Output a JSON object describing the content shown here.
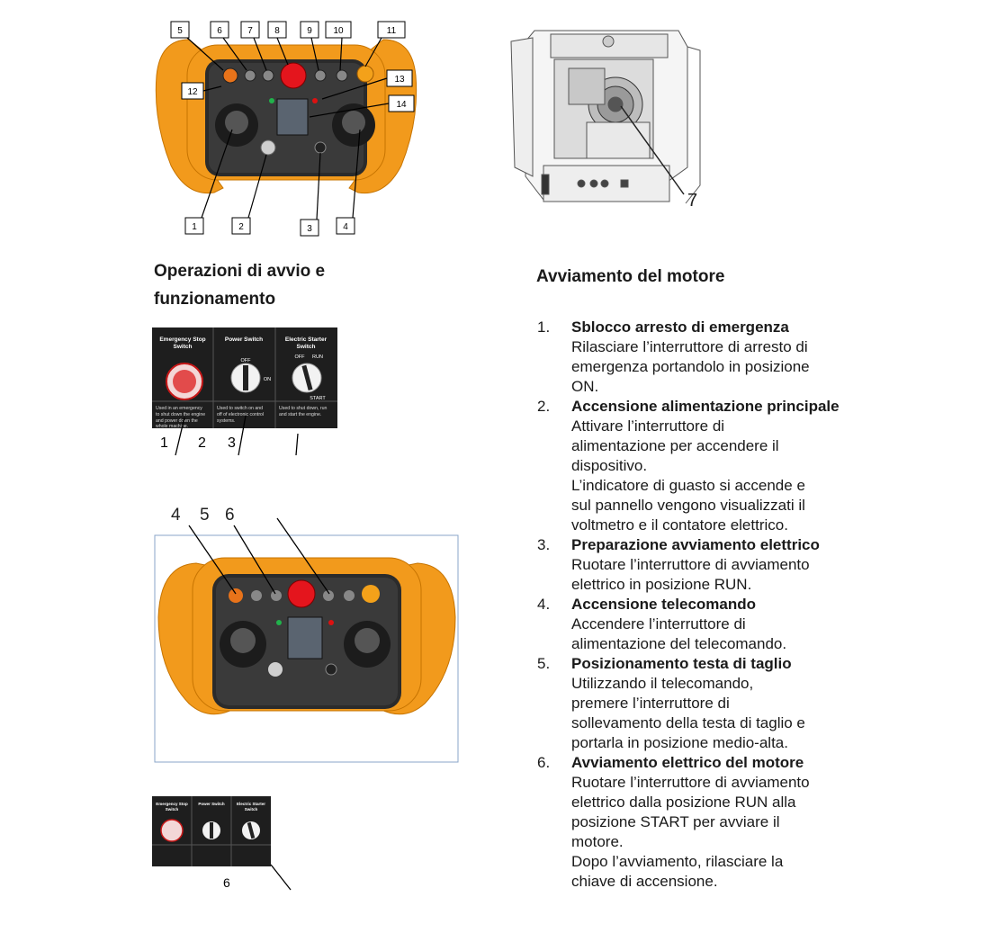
{
  "left_heading": "Operazioni di avvio e funzionamento",
  "right_heading": "Avviamento del motore",
  "remote_callouts": [
    "1",
    "2",
    "3",
    "4",
    "5",
    "6",
    "7",
    "8",
    "9",
    "10",
    "11",
    "12",
    "13",
    "14"
  ],
  "engine_callout": "7",
  "panel": {
    "emergency": {
      "title_1": "Emergency Stop",
      "title_2": "Switch",
      "desc_1": "Used in an emergency",
      "desc_2": "to shut down the engine",
      "desc_3": "and power down the",
      "desc_4": "whole machine."
    },
    "power": {
      "title": "Power Switch",
      "off": "OFF",
      "on": "ON",
      "desc_1": "Used to switch on and",
      "desc_2": "off of electronic control",
      "desc_3": "systems."
    },
    "starter": {
      "title_1": "Electric Starter",
      "title_2": "Switch",
      "off": "OFF",
      "run": "RUN",
      "start": "START",
      "desc_1": "Used to shut down, run",
      "desc_2": "and start the engine."
    }
  },
  "panel_callouts": [
    "1",
    "2",
    "3"
  ],
  "remote2_callouts": [
    "4",
    "5",
    "6"
  ],
  "small_panel_callout": "6",
  "steps": [
    {
      "num": "1.",
      "title": "Sblocco arresto di emergenza",
      "lines": [
        "Rilasciare l’interruttore di arresto di",
        "emergenza portandolo in posizione",
        "ON."
      ]
    },
    {
      "num": "2.",
      "title": "Accensione alimentazione principale",
      "lines": [
        "Attivare l’interruttore di",
        "alimentazione per accendere il",
        "dispositivo.",
        "L’indicatore di guasto si accende e",
        "sul pannello vengono visualizzati il",
        "voltmetro e il contatore elettrico."
      ]
    },
    {
      "num": "3.",
      "title": "Preparazione avviamento elettrico",
      "lines": [
        "Ruotare l’interruttore di avviamento",
        "elettrico in posizione RUN."
      ]
    },
    {
      "num": "4.",
      "title": "Accensione telecomando",
      "lines": [
        "Accendere l’interruttore di",
        "alimentazione del telecomando."
      ]
    },
    {
      "num": "5.",
      "title": "Posizionamento testa di taglio",
      "lines": [
        "Utilizzando il telecomando,",
        "premere l’interruttore di",
        "sollevamento della testa di taglio e",
        "portarla in posizione medio-alta."
      ]
    },
    {
      "num": "6.",
      "title": "Avviamento elettrico del motore",
      "lines": [
        "Ruotare l’interruttore di avviamento",
        "elettrico dalla posizione RUN alla",
        "posizione START per avviare il",
        "motore.",
        "Dopo l’avviamento, rilasciare la",
        "chiave di accensione."
      ]
    }
  ]
}
